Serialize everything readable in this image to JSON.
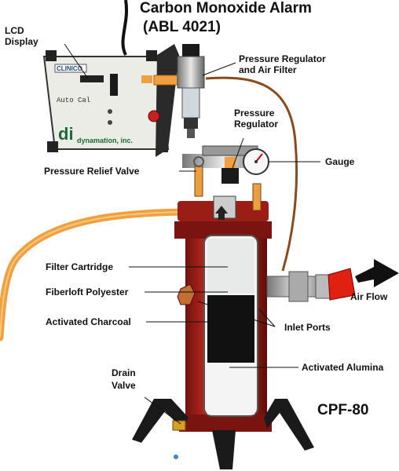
{
  "title_line1": "Carbon Monoxide Alarm",
  "title_line2": "(ABL 4021)",
  "model": "CPF-80",
  "labels": {
    "lcd_display_1": "LCD",
    "lcd_display_2": "Display",
    "pressure_regulator_air_filter_1": "Pressure Regulator",
    "pressure_regulator_air_filter_2": "and Air Filter",
    "pressure_regulator_1": "Pressure",
    "pressure_regulator_2": "Regulator",
    "gauge": "Gauge",
    "pressure_relief_valve": "Pressure Relief Valve",
    "filter_cartridge": "Filter Cartridge",
    "fiberloft_polyester": "Fiberloft Polyester",
    "activated_charcoal": "Activated Charcoal",
    "air_flow": "Air Flow",
    "inlet_ports": "Inlet Ports",
    "activated_alumina": "Activated Alumina",
    "drain_valve_1": "Drain",
    "drain_valve_2": "Valve"
  },
  "device_panel": {
    "brand": "CLINICO",
    "mode": "Auto Cal",
    "maker": "dynamation, inc."
  },
  "colors": {
    "cylinder_red": "#a8201a",
    "hose_orange": "#f0a040",
    "arrow_red": "#e02010",
    "panel_bg": "#ecece6"
  }
}
